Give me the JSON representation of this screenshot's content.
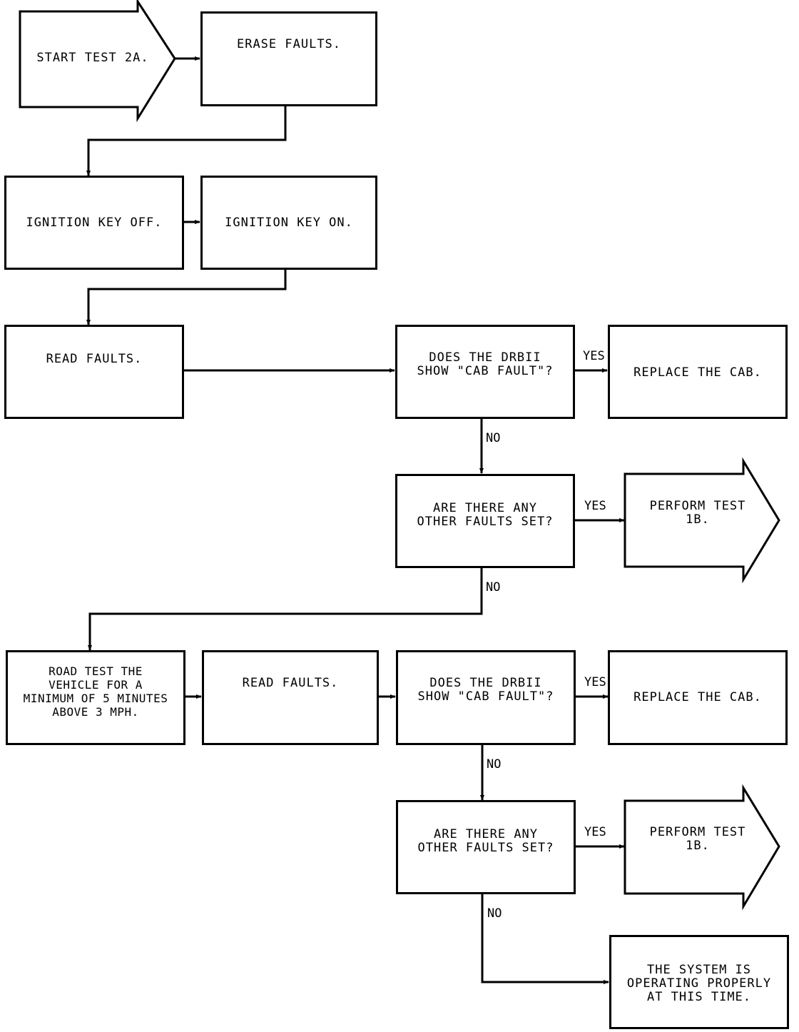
{
  "nodes": {
    "start": "START TEST 2A.",
    "erase_faults": "ERASE FAULTS.",
    "ignition_off": "IGNITION KEY OFF.",
    "ignition_on": "IGNITION KEY ON.",
    "read_faults_1": "READ FAULTS.",
    "does_drb_1": "DOES THE DRBII\nSHOW \"CAB FAULT\"?",
    "replace_cab_1": "REPLACE THE CAB.",
    "other_faults_1": "ARE THERE ANY\nOTHER FAULTS SET?",
    "perform_test_1": "PERFORM TEST\n1B.",
    "road_test": "ROAD TEST THE\nVEHICLE FOR A\nMINIMUM OF 5 MINUTES\nABOVE 3 MPH.",
    "read_faults_2": "READ FAULTS.",
    "does_drb_2": "DOES THE DRBII\nSHOW \"CAB FAULT\"?",
    "replace_cab_2": "REPLACE THE CAB.",
    "other_faults_2": "ARE THERE ANY\nOTHER FAULTS SET?",
    "perform_test_2": "PERFORM TEST\n1B.",
    "system_ok": "THE SYSTEM IS\nOPERATING PROPERLY\nAT THIS TIME."
  },
  "labels": {
    "yes": "YES",
    "no": "NO"
  }
}
